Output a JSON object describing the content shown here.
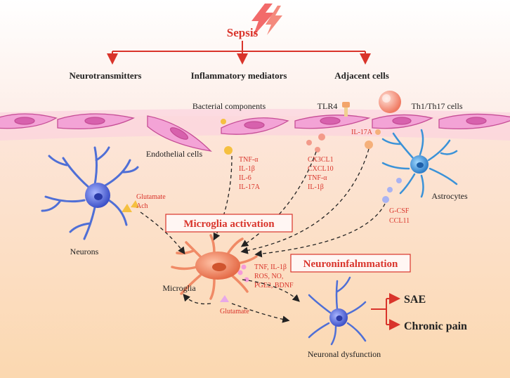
{
  "title": "Sepsis",
  "branches": {
    "neurotransmitters": "Neurotransmitters",
    "inflammatory_mediators": "Inflammatory mediators",
    "adjacent_cells": "Adjacent cells"
  },
  "labels": {
    "bacterial_components": "Bacterial components",
    "tlr4": "TLR4",
    "th_cells": "Th1/Th17 cells",
    "endothelial_cells": "Endothelial cells",
    "astrocytes": "Astrocytes",
    "neurons": "Neurons",
    "microglia": "Microglia",
    "neuronal_dysfunction": "Neuronal dysfunction"
  },
  "mediators": {
    "neuron_to_microglia": [
      "Glutamate",
      "Ach"
    ],
    "bacterial": [
      "TNF-α",
      "IL-1β",
      "IL-6",
      "IL-17A"
    ],
    "endothelial": [
      "CX3CL1",
      "CXCL10",
      "TNF-α",
      "IL-1β"
    ],
    "th_to_astrocyte": "IL-17A",
    "astrocyte": [
      "G-CSF",
      "CCL11"
    ],
    "microglia_out": [
      "TNF, IL-1β",
      "ROS, NO,",
      "PGE2, BDNF"
    ],
    "glutamate_loop": "Glutamate"
  },
  "boxes": {
    "microglia_activation": "Microglia activation",
    "neuroinflammation": "Neuroninfalmmation"
  },
  "outcomes": [
    "SAE",
    "Chronic pain"
  ],
  "colors": {
    "accent_red": "#d9342b",
    "neuron_blue": "#4f6fd6",
    "microglia_orange": "#f08a66",
    "endothelial_pink": "#e77fc0"
  }
}
